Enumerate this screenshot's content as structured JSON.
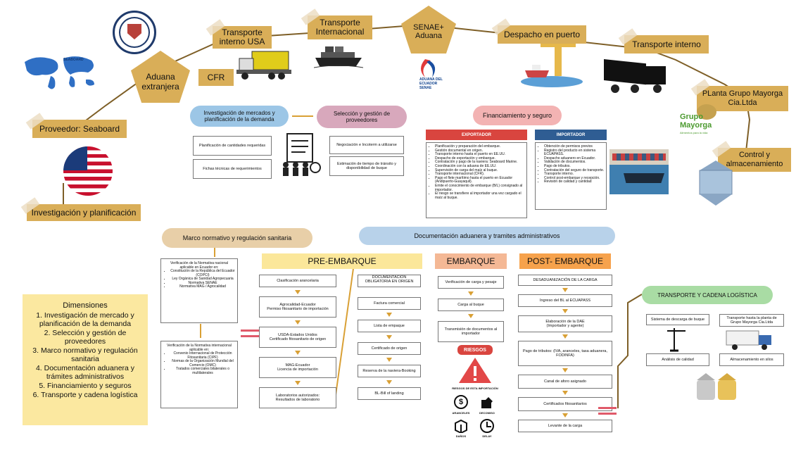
{
  "top_chain": {
    "aduana_ext": "Aduana\nextranjera",
    "transporte_usa": "Transporte\ninterno USA",
    "transporte_int": "Transporte\nInternacional",
    "senae": "SENAE+\nAduana",
    "despacho": "Despacho en puerto",
    "transporte_interno": "Transporte interno",
    "planta": "PLanta Grupo Mayorga\nCia.Ltda",
    "control": "Control y\nalmacenamiento",
    "cfr": "CFR",
    "proveedor": "Proveedor: Seaboard",
    "investigacion": "Investigación y planificación"
  },
  "logos": {
    "seaboard": "SEABOARD",
    "senae_logo": "ADUANA DEL\nECUADOR\nSENAE",
    "grupo_line1": "Grupo",
    "grupo_line2": "Mayorga",
    "grupo_tag": "Alimentos para la vida"
  },
  "research": {
    "title1": "Investigación de mercados y\nplanificación de la demanda",
    "title2": "Selección y gestión de\nproveedores",
    "box1": "Planificación de cantidades requeridas",
    "box2": "Fichas técnicas de requerimientos",
    "box3": "Negociación e Incoterm a utilizarse",
    "box4": "Estimación de tiempo de tránsito y disponibilidad de buque"
  },
  "finance": {
    "title": "Financiamiento y seguro",
    "exportador": "EXPORTADOR",
    "importador": "IMPORTADOR",
    "export_items": [
      "Planificación y preparación del embarque.",
      "Gestión documental en origen.",
      "Transporte interno hasta el puerto en EE.UU.",
      "Despacho de exportación y embarque.",
      "Contratación y pago de la naviera: Seaboard Marine.",
      "Coordinación con la aduana de EE.UU.",
      "Supervisión de carga del maíz al buque.",
      "Transporte internacional (CFR).",
      "Pago el flete marítimo hasta el puerto en Ecuador (Andipuerto-Guayaquil).",
      "Emite el conocimiento de embarque (B/L) consignado al importador.",
      "El riesgo se transfiere al importador una vez cargado el maíz al buque."
    ],
    "import_items": [
      "Obtención de permisos previos",
      "Registro del producto en sistema ECUAPASS.",
      "Despacho aduanero en Ecuador.",
      "Validación de documentos.",
      "Pago de tributos.",
      "Contratación del seguro de transporte.",
      "Transporte interno.",
      "Control post-embarque y recepción.",
      "Revisión de calidad y cantidad"
    ]
  },
  "marco": {
    "title": "Marco normativo y regulación sanitaria",
    "nacional_title": "Verificación de la Normativa nacional aplicable en Ecuador en:",
    "nacional_items": [
      "Constitución de la República del Ecuador (COPCI)",
      "Ley Orgánica de Sanidad Agropecuaria",
      "Normativa SENAE",
      "Normativa MAG / Agrocalidad"
    ],
    "internacional_title": "Verificación de la Normativa internacional aplicable en:",
    "internacional_items": [
      "Convenio Internacional de Protección Fitosanitaria (CIPF)",
      "Normas de la Organización Mundial del Comercio (OMC)",
      "Tratados comerciales bilaterales o multilaterales"
    ]
  },
  "documentacion": {
    "title": "Documentación aduanera y tramites administrativos"
  },
  "pre": {
    "title": "PRE-EMBARQUE",
    "steps": [
      "Clasificación arancelaria",
      "Agrocalidad-Ecuador\nPermiso fitosanitario de importación",
      "USDA-Estados Unidos\nCertificado fitosanitario de origen",
      "MAG-Ecuador\nLicencia de importación",
      "Laboratorios autorizados:\nResultados de laboratorio"
    ],
    "docs_title": "DOCUMENTACION\nOBLIGATORIA EN ORIGEN",
    "docs": [
      "Factura comercial",
      "Lista de empaque",
      "Certificado de origen",
      "Reserva de la naviera-Booking",
      "BL-Bill of landing"
    ]
  },
  "embarque": {
    "title": "EMBARQUE",
    "steps": [
      "Verificación de carga y pesaje",
      "Carga al buque",
      "Transmisión de documentos al importador"
    ]
  },
  "riesgos": {
    "title": "RIESGOS",
    "subtitle": "RIESGOS DE ESTA IMPORTACIÓN",
    "items": [
      "ARANCELES",
      "DECOMISO",
      "DAÑOS",
      "DELAY"
    ]
  },
  "post": {
    "title": "POST- EMBARQUE",
    "steps": [
      "DESADUANIZACIÓN DE LA CARGA",
      "Ingreso del BL al ECUAPASS",
      "Elaboración de la DAE\n(Importador y agente)",
      "Pago de tributos: (IVA, aranceles, tasa aduanera, FODINFA)",
      "Canal de aforo asignado",
      "Certificados fitosanitarios",
      "Levante de la carga"
    ]
  },
  "logistica": {
    "title": "TRANSPORTE Y CADENA LOGÍSTICA",
    "box1": "Sistema de descarga de buque",
    "box2": "Transporte hasta la planta de Grupo Mayorga Cia.Ltda",
    "box3": "Análisis de calidad",
    "box4": "Almacenamiento en silos"
  },
  "dimensiones": {
    "title": "Dimensiones",
    "items": [
      "1. Investigación de mercado y planificación de la demanda",
      "2.   Selección y gestión de proveedores",
      "3.      Marco normativo y regulación sanitaria",
      "4. Documentación aduanera y trámites administrativos",
      "5. Financiamiento y seguros",
      "6.     Transporte y cadena logística"
    ]
  },
  "colors": {
    "ochre": "#d9ae58",
    "marco": "#e8cfa8",
    "documentacion": "#b8d2ea",
    "pre": "#fbe79a",
    "embarque": "#f4b895",
    "post": "#f6a24c",
    "logistica": "#a9dca4",
    "dimensiones": "#fbe8a0",
    "exportador": "#d9453f",
    "importador": "#2f5d93",
    "link": "#7e5f27"
  }
}
